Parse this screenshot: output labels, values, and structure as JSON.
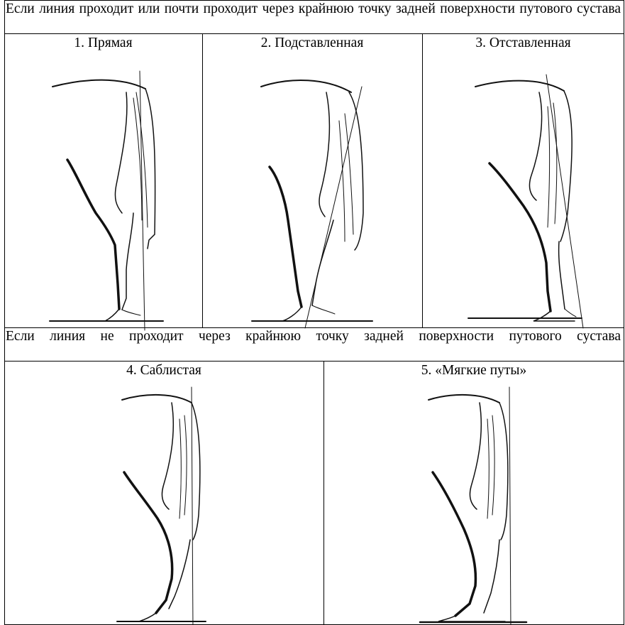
{
  "sections": [
    {
      "header": "Если линия проходит или почти проходит через крайнюю точку задней поверхности путового сустава",
      "items": [
        {
          "label": "1. Прямая"
        },
        {
          "label": "2. Подставленная"
        },
        {
          "label": "3. Отставленная"
        }
      ]
    },
    {
      "header": "Если линия не проходит через крайнюю точку задней поверхности путового сустава",
      "items": [
        {
          "label": "4. Саблистая"
        },
        {
          "label": "5. «Мягкие путы»"
        }
      ]
    }
  ]
}
